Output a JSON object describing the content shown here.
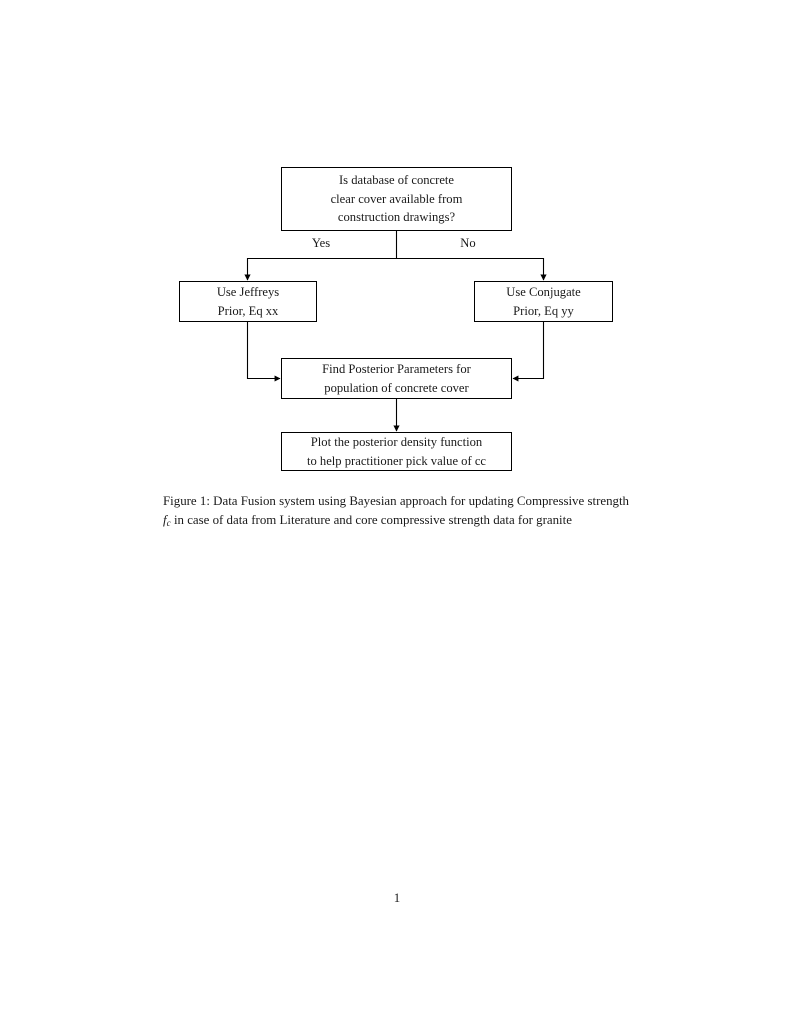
{
  "document": {
    "page_number": "1"
  },
  "figure": {
    "nodes": {
      "question": {
        "line1": "Is database of concrete",
        "line2": "clear cover available from",
        "line3": "construction drawings?"
      },
      "jeffreys": {
        "line1": "Use Jeffreys",
        "line2": "Prior, Eq xx"
      },
      "conjugate": {
        "line1": "Use Conjugate",
        "line2": "Prior, Eq yy"
      },
      "posterior": {
        "line1": "Find Posterior Parameters for",
        "line2": "population of concrete cover"
      },
      "plot": {
        "line1": "Plot the posterior density function",
        "line2": "to help practitioner pick value of cc"
      }
    },
    "branch_labels": {
      "yes": "Yes",
      "no": "No"
    }
  },
  "caption": {
    "label": "Figure 1:",
    "text_before_math": " Data Fusion system using Bayesian approach for updating Compressive strength ",
    "math_base": "f",
    "math_sub": "c",
    "text_after_math": " in case of data from Literature and core compressive strength data for granite"
  },
  "colors": {
    "ink": "#1a1a1a",
    "stroke": "#000000",
    "background": "#ffffff"
  }
}
